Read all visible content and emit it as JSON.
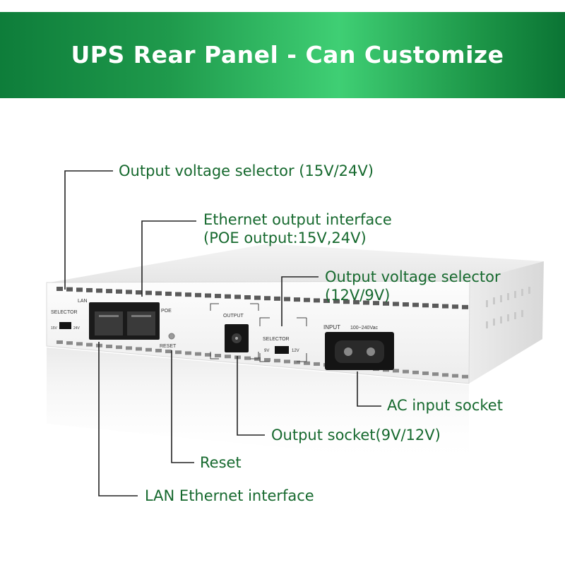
{
  "banner": {
    "title": "UPS Rear Panel - Can Customize"
  },
  "callouts": {
    "output_voltage_selector_15_24": "Output voltage selector (15V/24V)",
    "ethernet_output_line1": "Ethernet output interface",
    "ethernet_output_line2": "(POE output:15V,24V)",
    "output_voltage_selector_12_9_line1": "Output voltage selector",
    "output_voltage_selector_12_9_line2": "(12V/9V)",
    "ac_input_socket": "AC input socket",
    "output_socket": "Output socket(9V/12V)",
    "reset": "Reset",
    "lan_ethernet": "LAN Ethernet interface"
  },
  "device": {
    "selector_left": "SELECTOR",
    "sel_left_a": "15V",
    "sel_left_b": "24V",
    "lan": "LAN",
    "poe": "POE",
    "reset": "RESET",
    "output": "OUTPUT",
    "selector_mid": "SELECTOR",
    "sel_mid_a": "9V",
    "sel_mid_b": "12V",
    "input": "INPUT",
    "input_range": "100~240Vac"
  },
  "colors": {
    "banner_green": "#1f9a4c",
    "callout_green": "#16692e",
    "line_dark": "#222222"
  }
}
